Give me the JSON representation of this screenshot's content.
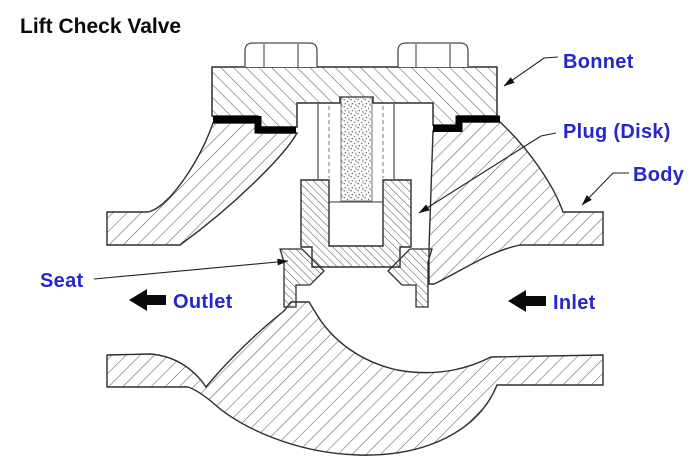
{
  "title": "Lift Check Valve",
  "diagram": {
    "type": "engineering-cross-section",
    "subject": "lift check valve",
    "labels": [
      {
        "id": "bonnet",
        "text": "Bonnet"
      },
      {
        "id": "plug",
        "text": "Plug (Disk)"
      },
      {
        "id": "body",
        "text": "Body"
      },
      {
        "id": "seat",
        "text": "Seat"
      }
    ],
    "flow_labels": [
      {
        "id": "outlet",
        "text": "Outlet",
        "direction": "left"
      },
      {
        "id": "inlet",
        "text": "Inlet",
        "direction": "left"
      }
    ],
    "colors": {
      "label_blue": "#2626CE",
      "title_black": "#0a0a0a",
      "line": "#2e2e2e",
      "hatch": "#5f5f5f",
      "gasket_black": "#000000",
      "flow_arrow_black": "#0a0a0a",
      "background": "#ffffff"
    }
  }
}
